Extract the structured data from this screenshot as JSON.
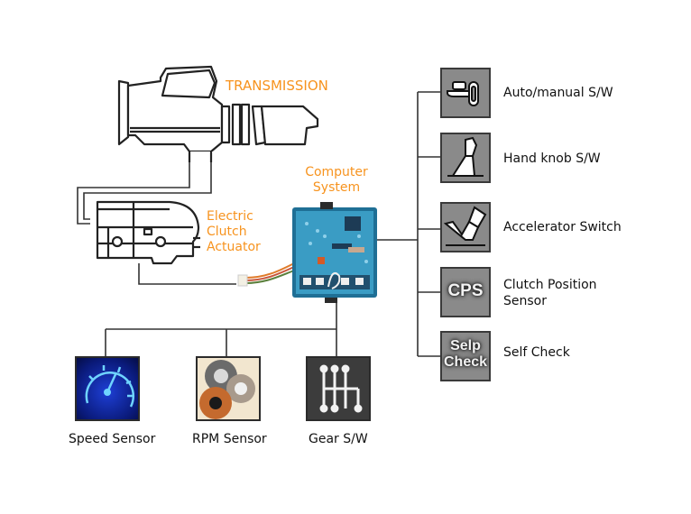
{
  "title_labels": {
    "transmission": "TRANSMISSION",
    "computer_system_line1": "Computer",
    "computer_system_line2": "System",
    "actuator_line1": "Electric",
    "actuator_line2": "Clutch",
    "actuator_line3": "Actuator"
  },
  "inputs_right": [
    {
      "label": "Auto/manual S/W",
      "icon": "auto-manual-switch-icon"
    },
    {
      "label": "Hand knob S/W",
      "icon": "hand-knob-icon"
    },
    {
      "label": "Accelerator Switch",
      "icon": "accelerator-pedal-icon"
    },
    {
      "label_line1": "Clutch Position",
      "label_line2": "Sensor",
      "icon": "cps-icon",
      "icon_text": "CPS"
    },
    {
      "label": "Self Check",
      "icon": "self-check-icon",
      "icon_text_line1": "Selp",
      "icon_text_line2": "Check"
    }
  ],
  "inputs_bottom": [
    {
      "label": "Speed Sensor",
      "icon": "speedometer-icon"
    },
    {
      "label": "RPM Sensor",
      "icon": "clutch-discs-icon"
    },
    {
      "label": "Gear S/W",
      "icon": "gear-shift-pattern-icon"
    }
  ],
  "colors": {
    "accent_orange": "#f7931e",
    "tile_gray": "#8a8a8a",
    "board_blue": "#2a8fb8",
    "line": "#333333"
  }
}
